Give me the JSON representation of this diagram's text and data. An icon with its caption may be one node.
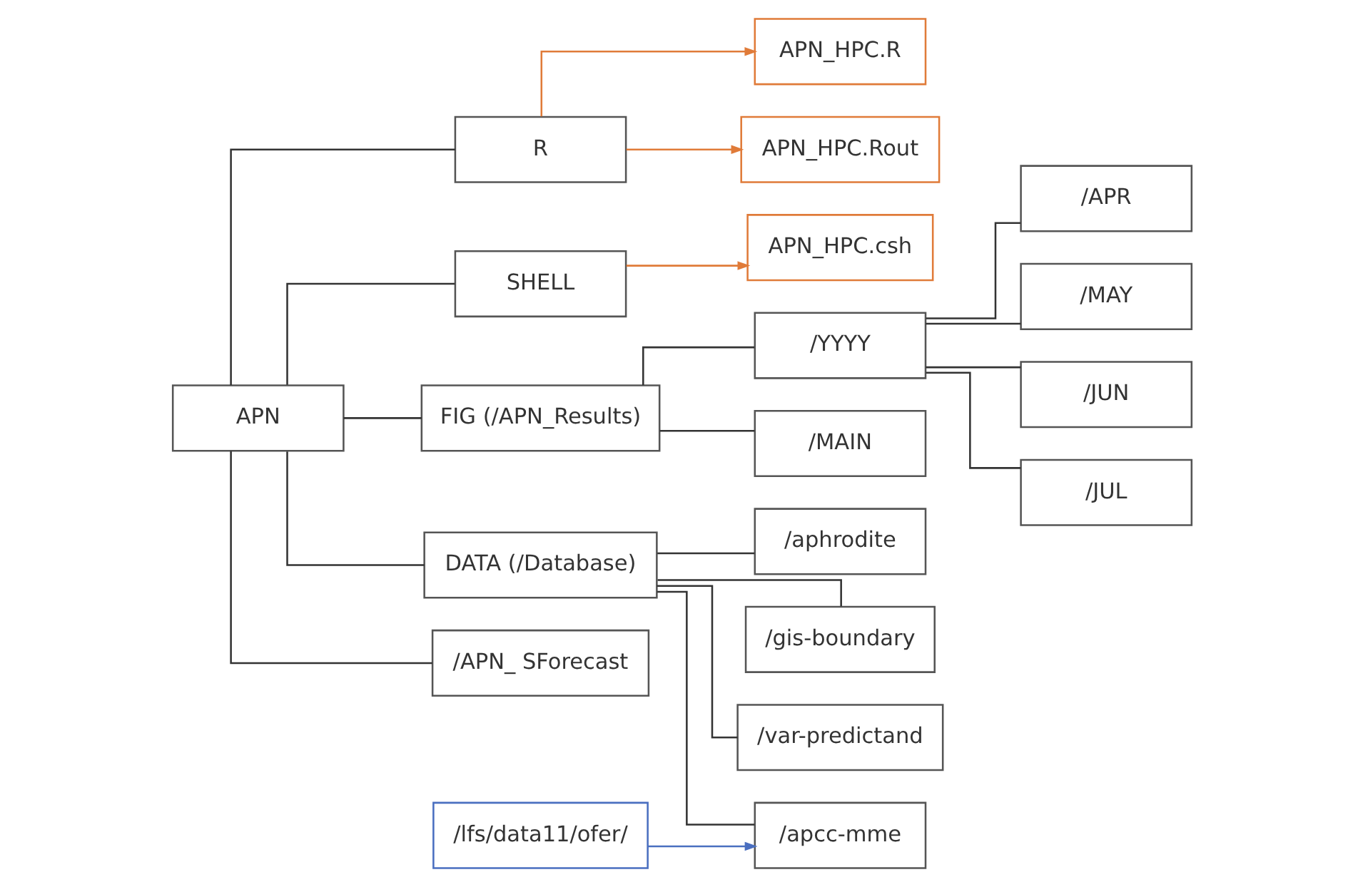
{
  "diagram": {
    "nodes": [
      {
        "text": [
          "APN"
        ]
      },
      {
        "text": [
          "R"
        ]
      },
      {
        "text": [
          "APN_HPC.R"
        ]
      },
      {
        "text": [
          "APN_HPC.Rout"
        ]
      },
      {
        "text": [
          "SHELL"
        ]
      },
      {
        "text": [
          "APN_HPC.csh"
        ]
      },
      {
        "text": [
          "FIG (/APN_Results)"
        ]
      },
      {
        "text": [
          "/YYYY"
        ]
      },
      {
        "text": [
          "/APR"
        ]
      },
      {
        "text": [
          "/MAY"
        ]
      },
      {
        "text": [
          "/JUN"
        ]
      },
      {
        "text": [
          "/JUL"
        ]
      },
      {
        "text": [
          "/MAIN"
        ]
      },
      {
        "text": [
          "DATA (/Database)"
        ]
      },
      {
        "text": [
          "/apcc-mme"
        ]
      },
      {
        "text": [
          "/lfs/data11/ofer/"
        ]
      },
      {
        "text": [
          "/aphrodite"
        ]
      },
      {
        "text": [
          "/gis-boundary"
        ]
      },
      {
        "text": [
          "/var-predictand"
        ]
      },
      {
        "text": [
          "/APN_ SForecast"
        ]
      }
    ],
    "edges": [
      {
        "from": 0,
        "to": 1,
        "arrow": "none"
      },
      {
        "from": 0,
        "to": 4,
        "arrow": "none"
      },
      {
        "from": 0,
        "to": 6,
        "arrow": "none"
      },
      {
        "from": 0,
        "to": 13,
        "arrow": "none"
      },
      {
        "from": 0,
        "to": 19,
        "arrow": "none"
      },
      {
        "from": 1,
        "to": 2,
        "arrow": "to",
        "color": "#e07b39"
      },
      {
        "from": 1,
        "to": 3,
        "arrow": "to",
        "color": "#e07b39"
      },
      {
        "from": 4,
        "to": 5,
        "arrow": "to",
        "color": "#e07b39"
      },
      {
        "from": 6,
        "to": 7,
        "arrow": "none"
      },
      {
        "from": 6,
        "to": 12,
        "arrow": "none"
      },
      {
        "from": 7,
        "to": 8,
        "arrow": "none"
      },
      {
        "from": 7,
        "to": 9,
        "arrow": "none"
      },
      {
        "from": 7,
        "to": 10,
        "arrow": "none"
      },
      {
        "from": 7,
        "to": 11,
        "arrow": "none"
      },
      {
        "from": 13,
        "to": 14,
        "arrow": "none"
      },
      {
        "from": 13,
        "to": 16,
        "arrow": "none"
      },
      {
        "from": 13,
        "to": 17,
        "arrow": "none"
      },
      {
        "from": 13,
        "to": 18,
        "arrow": "none"
      },
      {
        "from": 15,
        "to": 14,
        "arrow": "to",
        "color": "#4a6fc0"
      }
    ]
  }
}
